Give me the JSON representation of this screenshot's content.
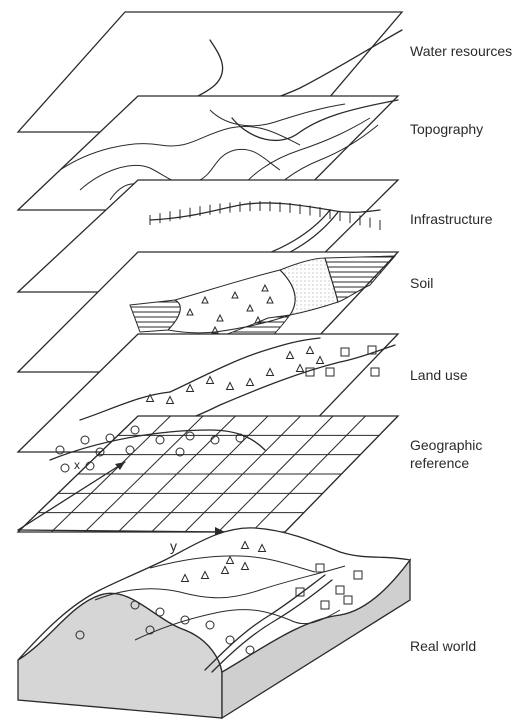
{
  "labels": {
    "water": "Water resources",
    "topography": "Topography",
    "infrastructure": "Infrastructure",
    "soil": "Soil",
    "landuse": "Land use",
    "geographic": "Geographic reference",
    "realworld": "Real world"
  },
  "axes": {
    "x": "x",
    "y": "y"
  },
  "colors": {
    "ink": "#2a2a2a",
    "terrain": "#d6d6d6",
    "background": "#ffffff"
  }
}
